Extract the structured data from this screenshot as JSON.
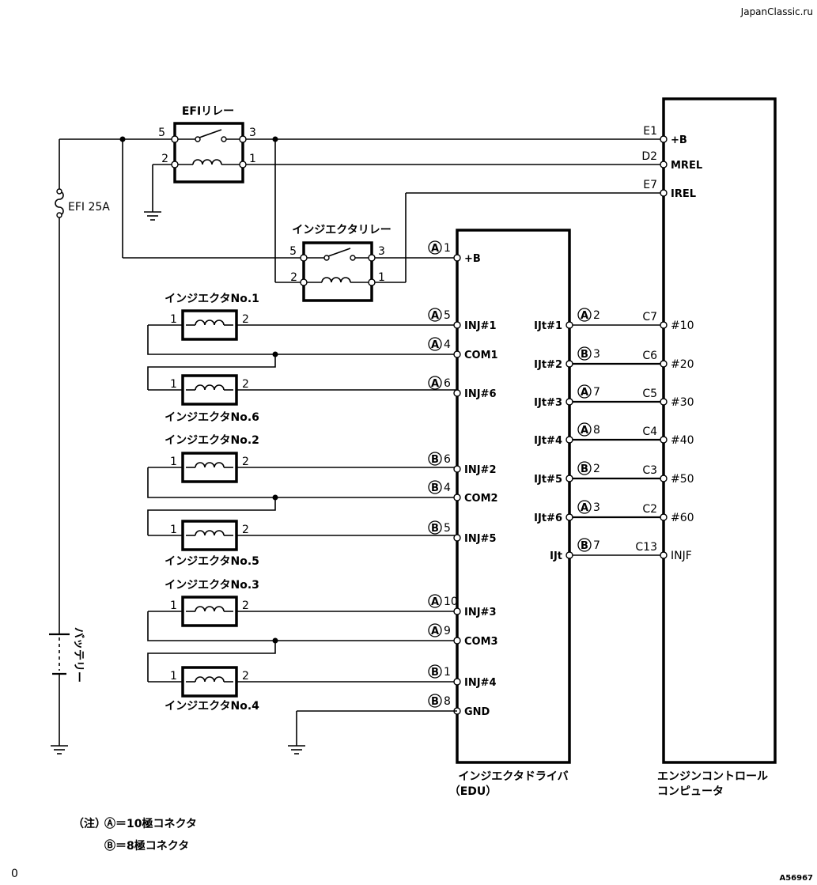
{
  "watermark": "JapanClassic.ru",
  "figure_code": "A56967",
  "page_mark": "0",
  "components": {
    "efi_relay": {
      "label": "EFIリレー",
      "pins": [
        "5",
        "3",
        "2",
        "1"
      ]
    },
    "injector_relay": {
      "label": "インジエクタリレー",
      "pins": [
        "5",
        "3",
        "2",
        "1"
      ]
    },
    "fuse": "EFI 25A",
    "battery": "バッテリー",
    "edu": {
      "label_line1": "インジエクタドライバ",
      "label_line2": "（EDU）"
    },
    "ecu": {
      "label_line1": "エンジンコントロール",
      "label_line2": "コンピュータ"
    }
  },
  "injectors": [
    {
      "label": "インジエクタNo.1",
      "pin_left": "1",
      "pin_right": "2"
    },
    {
      "label": "インジエクタNo.6",
      "pin_left": "1",
      "pin_right": "2"
    },
    {
      "label": "インジエクタNo.2",
      "pin_left": "1",
      "pin_right": "2"
    },
    {
      "label": "インジエクタNo.5",
      "pin_left": "1",
      "pin_right": "2"
    },
    {
      "label": "インジエクタNo.3",
      "pin_left": "1",
      "pin_right": "2"
    },
    {
      "label": "インジエクタNo.4",
      "pin_left": "1",
      "pin_right": "2"
    }
  ],
  "edu_left_terminals": [
    {
      "conn": "A",
      "pin": "1",
      "name": "+B"
    },
    {
      "conn": "A",
      "pin": "5",
      "name": "INJ#1"
    },
    {
      "conn": "A",
      "pin": "4",
      "name": "COM1"
    },
    {
      "conn": "A",
      "pin": "6",
      "name": "INJ#6"
    },
    {
      "conn": "B",
      "pin": "6",
      "name": "INJ#2"
    },
    {
      "conn": "B",
      "pin": "4",
      "name": "COM2"
    },
    {
      "conn": "B",
      "pin": "5",
      "name": "INJ#5"
    },
    {
      "conn": "A",
      "pin": "10",
      "name": "INJ#3"
    },
    {
      "conn": "A",
      "pin": "9",
      "name": "COM3"
    },
    {
      "conn": "B",
      "pin": "1",
      "name": "INJ#4"
    },
    {
      "conn": "B",
      "pin": "8",
      "name": "GND"
    }
  ],
  "edu_right_terminals": [
    {
      "name": "IJt#1",
      "conn": "A",
      "pin": "2"
    },
    {
      "name": "IJt#2",
      "conn": "B",
      "pin": "3"
    },
    {
      "name": "IJt#3",
      "conn": "A",
      "pin": "7"
    },
    {
      "name": "IJt#4",
      "conn": "A",
      "pin": "8"
    },
    {
      "name": "IJt#5",
      "conn": "B",
      "pin": "2"
    },
    {
      "name": "IJt#6",
      "conn": "A",
      "pin": "3"
    },
    {
      "name": "IJt",
      "conn": "B",
      "pin": "7"
    }
  ],
  "ecu_terminals": [
    {
      "code": "E1",
      "name": "+B"
    },
    {
      "code": "D2",
      "name": "MREL"
    },
    {
      "code": "E7",
      "name": "IREL"
    },
    {
      "code": "C7",
      "name": "#10"
    },
    {
      "code": "C6",
      "name": "#20"
    },
    {
      "code": "C5",
      "name": "#30"
    },
    {
      "code": "C4",
      "name": "#40"
    },
    {
      "code": "C3",
      "name": "#50"
    },
    {
      "code": "C2",
      "name": "#60"
    },
    {
      "code": "C13",
      "name": "INJF"
    }
  ],
  "notes": {
    "prefix": "（注）",
    "line_a": "Ⓐ＝10極コネクタ",
    "line_b": "Ⓑ＝8極コネクタ"
  }
}
